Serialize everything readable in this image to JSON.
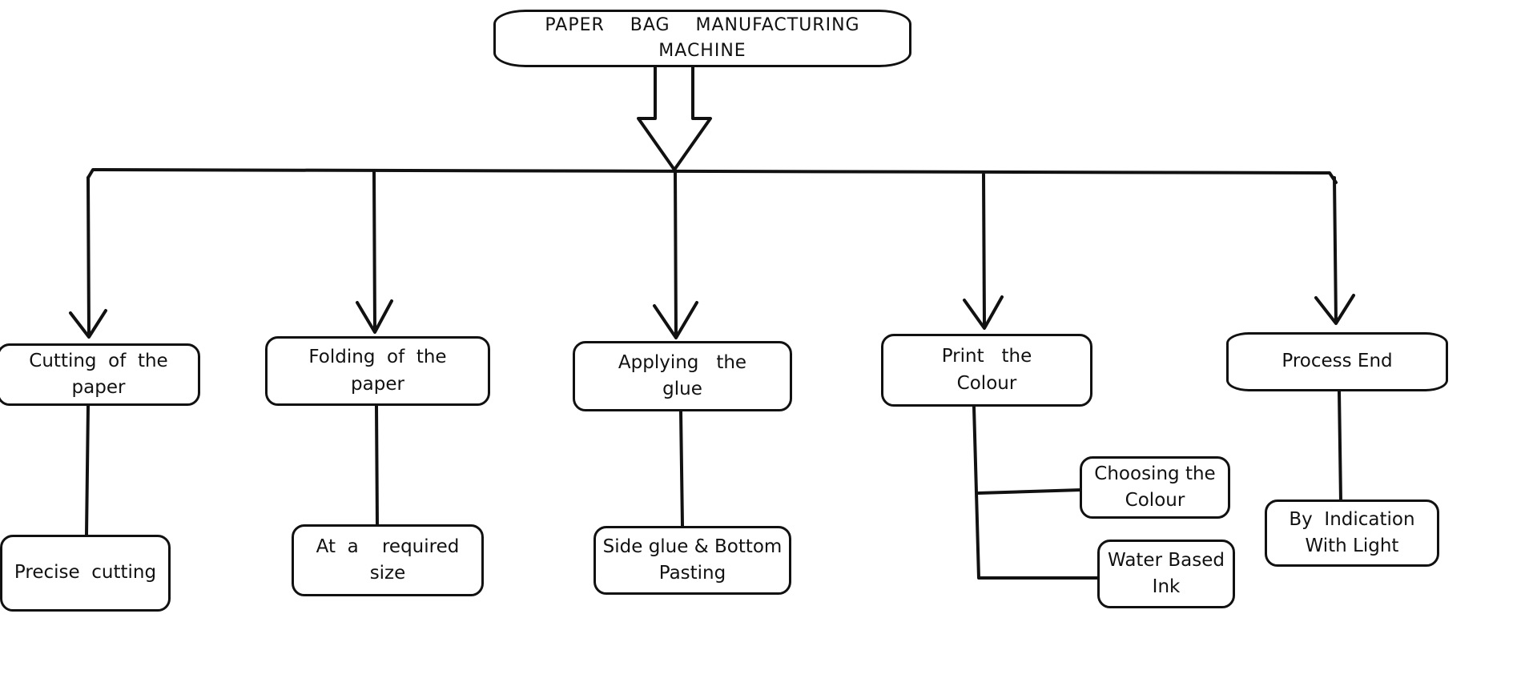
{
  "diagram": {
    "title": "PAPER    BAG    MANUFACTURING\nMACHINE",
    "steps": [
      {
        "label": "Cutting  of  the\npaper",
        "detail": "Precise  cutting"
      },
      {
        "label": "Folding  of  the\npaper",
        "detail": "At  a    required\nsize"
      },
      {
        "label": "Applying   the\nglue",
        "detail": "Side glue & Bottom\nPasting"
      },
      {
        "label": "Print   the\nColour",
        "details": [
          "Choosing the\nColour",
          "Water Based\nInk"
        ]
      },
      {
        "label": "Process End",
        "detail": "By  Indication\nWith Light"
      }
    ]
  }
}
